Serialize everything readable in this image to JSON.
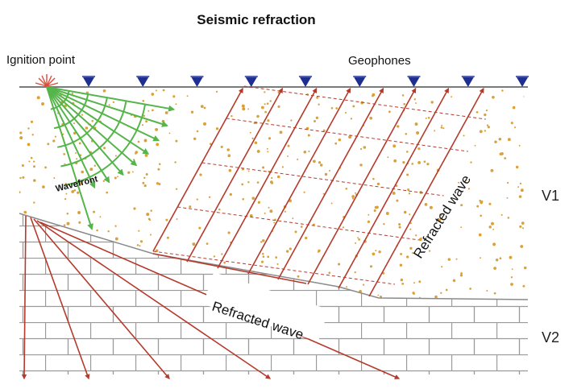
{
  "title": "Seismic refraction",
  "labels": {
    "ignition_point": "Ignition point",
    "geophones": "Geophones",
    "wavefront": "Wavefront",
    "refracted_wave_upper": "Refracted wave",
    "refracted_wave_lower": "Refracted wave",
    "layer_1_velocity": "V1",
    "layer_2_velocity": "V2"
  },
  "colors": {
    "wavefront": "#55b54a",
    "refracted": "#b53a2c",
    "geophone": "#1f2f8f",
    "brick": "#9a9a9a",
    "sand": "#d9a13a",
    "ignition": "#e04a3a"
  },
  "geophone_count": 9
}
